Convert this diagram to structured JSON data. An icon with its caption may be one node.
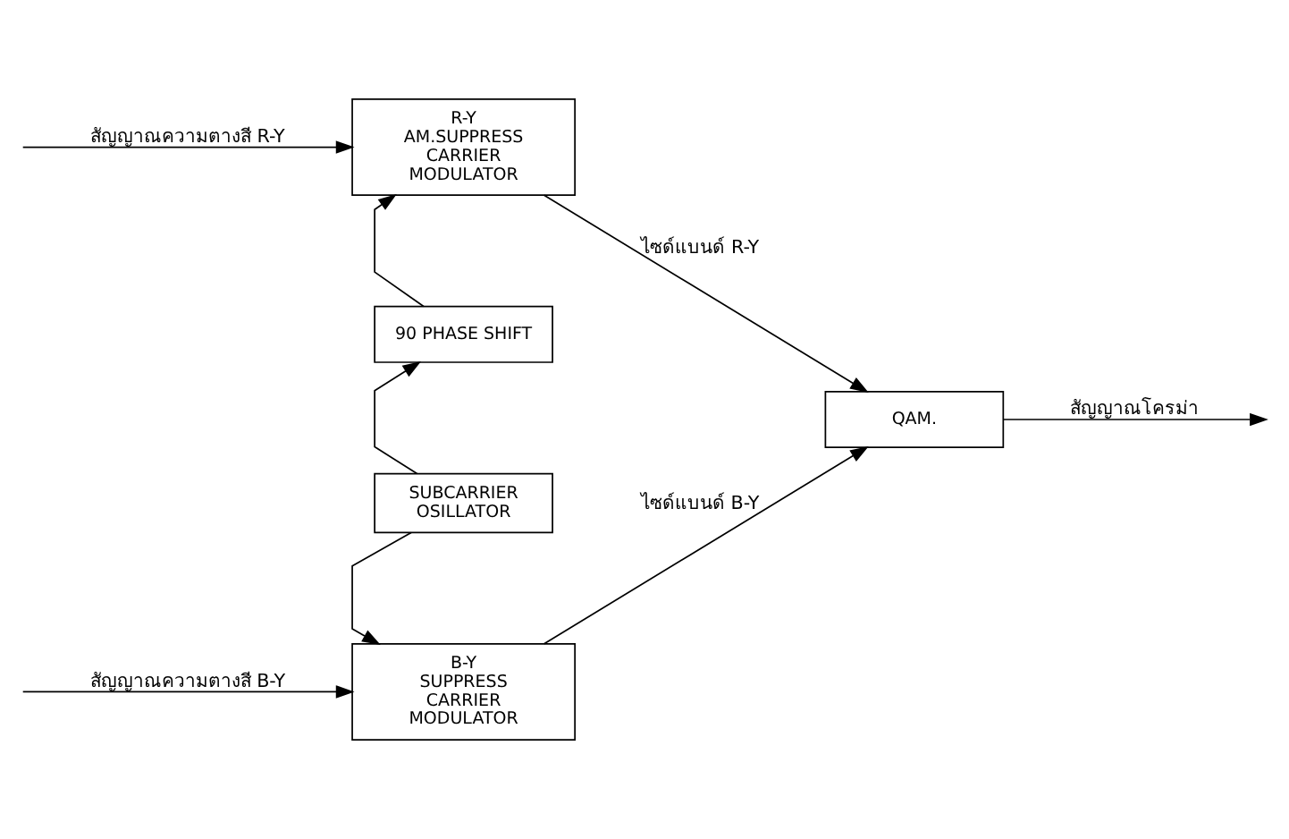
{
  "diagram": {
    "nodes": [
      {
        "text": [
          "R-Y AM.SUPPRESS CARRIER MODULATOR"
        ]
      },
      {
        "text": [
          "90 PHASE SHIFT"
        ]
      },
      {
        "text": [
          "SUBCARRIER OSILLATOR"
        ]
      },
      {
        "text": [
          "QAM."
        ]
      },
      {
        "text": [
          "B-Y SUPPRESS CARRIER MODULATOR"
        ]
      }
    ],
    "edges": [
      {
        "from": null,
        "to": 0,
        "arrow": "to",
        "label": "สัญญาณความตางสี R-Y"
      },
      {
        "from": 1,
        "to": 0,
        "arrow": "to"
      },
      {
        "from": 2,
        "to": 1,
        "arrow": "to"
      },
      {
        "from": 2,
        "to": 4,
        "arrow": "to"
      },
      {
        "from": null,
        "to": 4,
        "arrow": "to",
        "label": "สัญญาณความตางสี B-Y"
      },
      {
        "from": 0,
        "to": 3,
        "arrow": "to",
        "label": "ไซด์แบนด์ R-Y"
      },
      {
        "from": 4,
        "to": 3,
        "arrow": "to",
        "label": "ไซด์แบนด์ B-Y"
      },
      {
        "from": 3,
        "to": null,
        "arrow": "to",
        "label": "สัญญาณโครม่า"
      }
    ]
  }
}
